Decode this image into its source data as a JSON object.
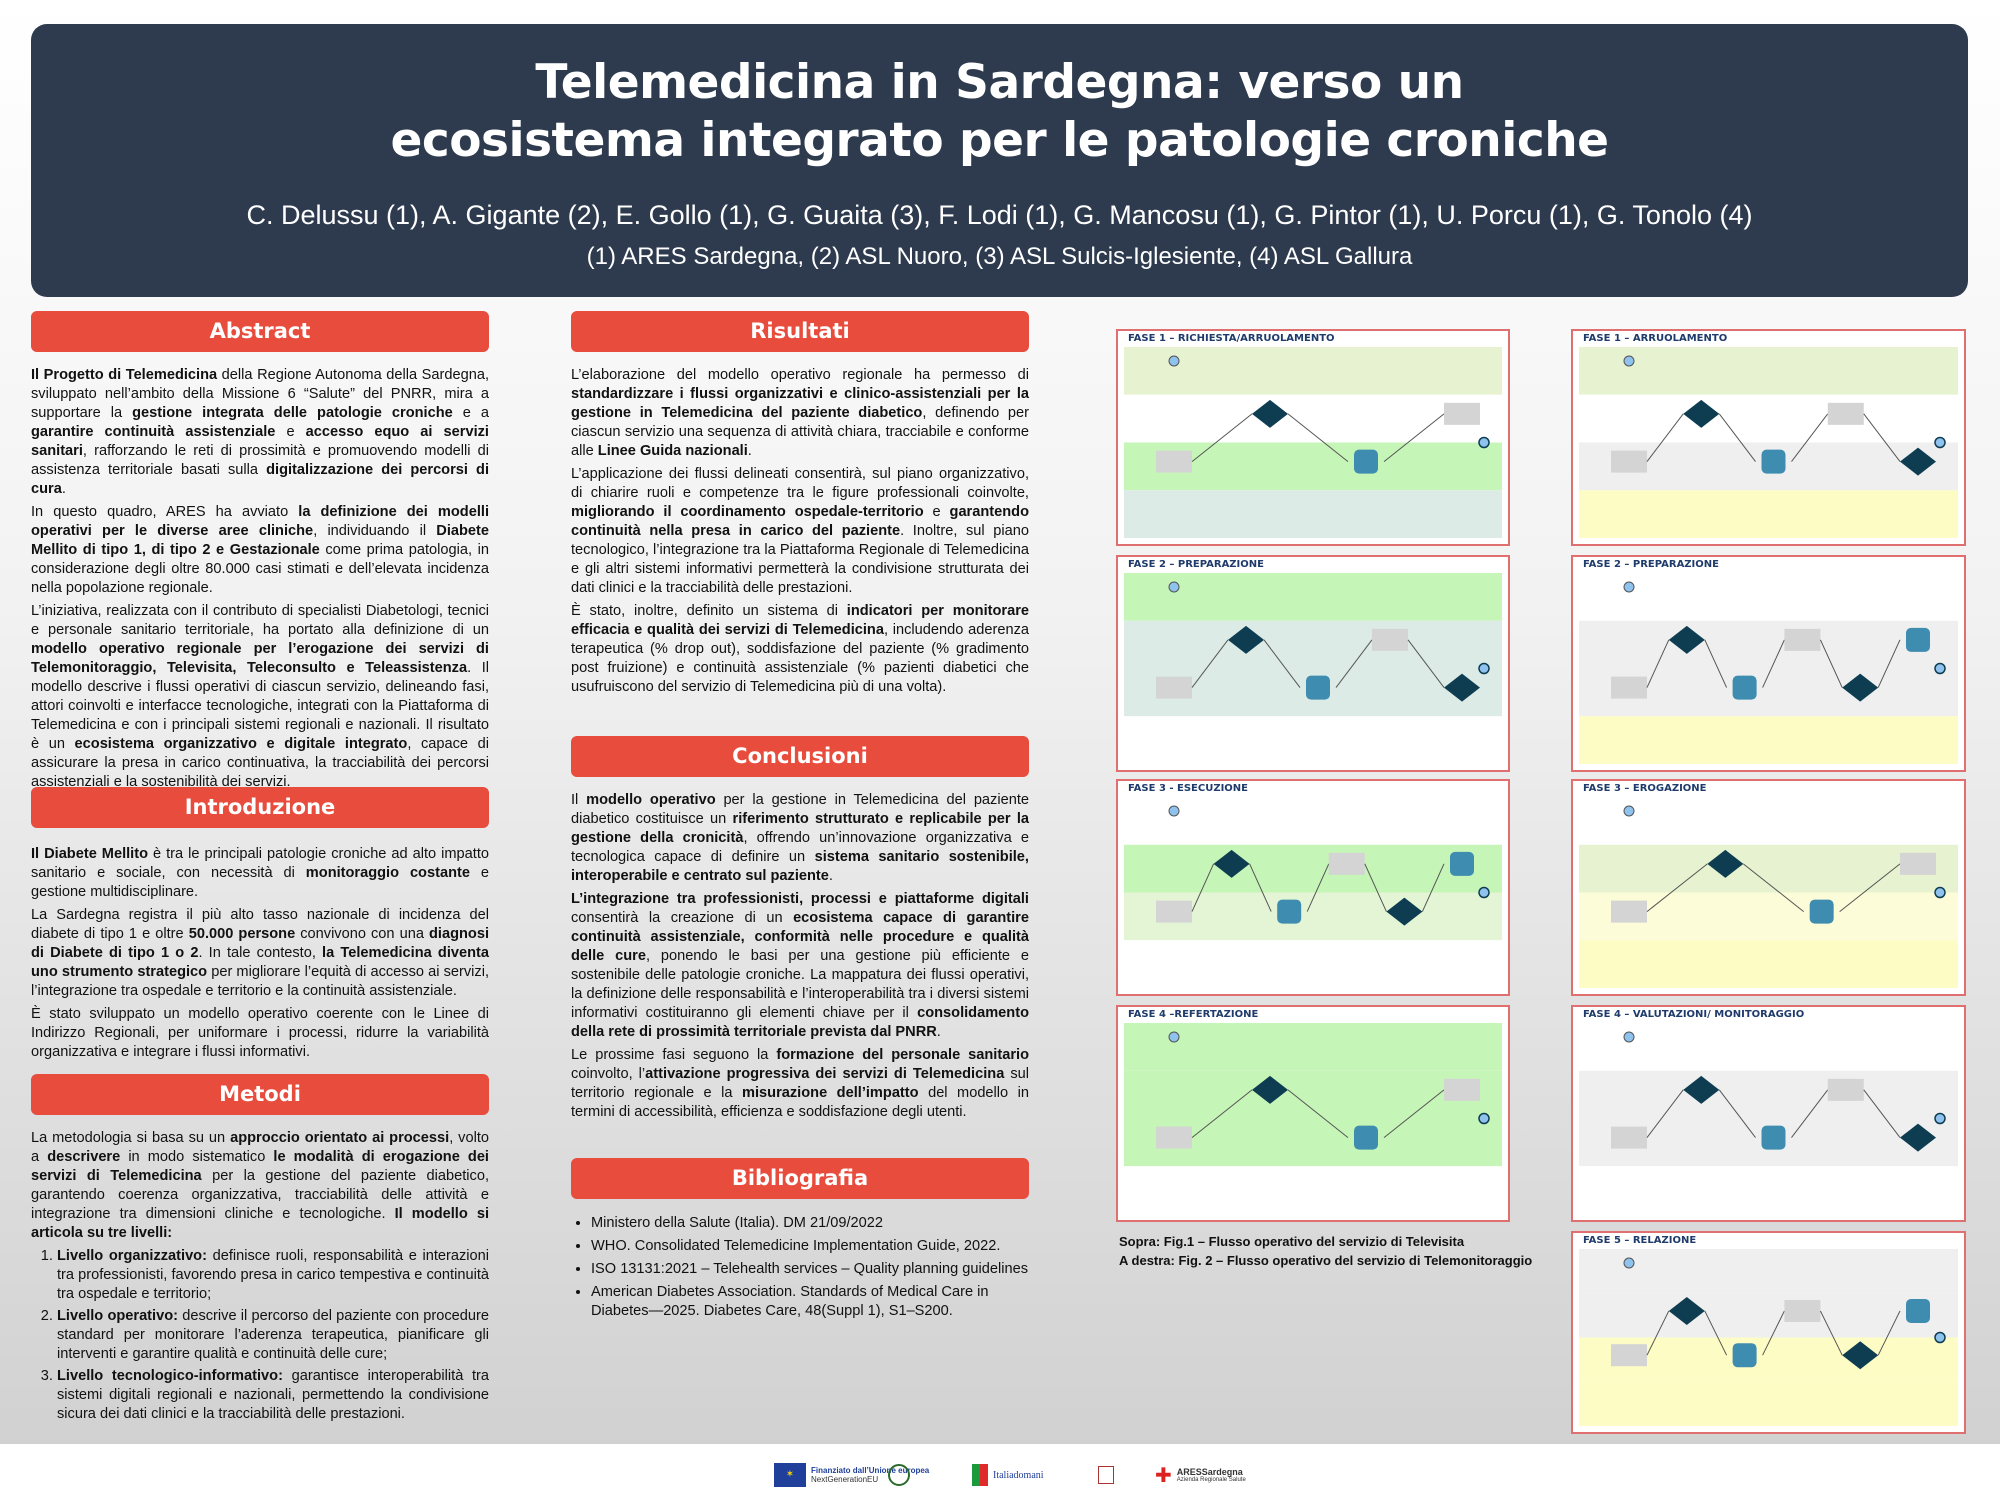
{
  "header": {
    "title_line1": "Telemedicina in Sardegna: verso un",
    "title_line2": "ecosistema integrato per le patologie croniche",
    "authors": "C. Delussu (1), A. Gigante (2), E. Gollo (1), G. Guaita (3), F. Lodi (1), G. Mancosu (1), G. Pintor (1), U. Porcu (1), G. Tonolo (4)",
    "affiliations": "(1) ARES Sardegna, (2) ASL Nuoro, (3) ASL Sulcis-Iglesiente, (4) ASL Gallura"
  },
  "colors": {
    "header_bg": "#2e3b4e",
    "section_header": "#e84c3d",
    "diagram_border": "#e07070"
  },
  "sections": {
    "abstract": {
      "title": "Abstract",
      "paragraphs": [
        [
          {
            "b": 1,
            "t": "Il Progetto di Telemedicina"
          },
          {
            "t": " della Regione Autonoma della Sardegna, sviluppato nell’ambito della Missione 6 “Salute” del PNRR, mira a supportare la "
          },
          {
            "b": 1,
            "t": "gestione integrata delle patologie croniche"
          },
          {
            "t": " e a "
          },
          {
            "b": 1,
            "t": "garantire continuità assistenziale"
          },
          {
            "t": " e "
          },
          {
            "b": 1,
            "t": "accesso equo ai servizi sanitari"
          },
          {
            "t": ", rafforzando le reti di prossimità e promuovendo modelli di assistenza territoriale basati sulla "
          },
          {
            "b": 1,
            "t": "digitalizzazione dei percorsi di cura"
          },
          {
            "t": "."
          }
        ],
        [
          {
            "t": "In questo quadro, ARES ha avviato "
          },
          {
            "b": 1,
            "t": "la definizione dei modelli operativi per le diverse aree cliniche"
          },
          {
            "t": ", individuando il "
          },
          {
            "b": 1,
            "t": "Diabete Mellito di tipo 1, di tipo 2 e Gestazionale"
          },
          {
            "t": " come prima patologia, in considerazione degli oltre 80.000 casi stimati e dell’elevata incidenza nella popolazione regionale."
          }
        ],
        [
          {
            "t": "L’iniziativa, realizzata con il contributo di specialisti Diabetologi, tecnici e personale sanitario territoriale, ha portato alla definizione di un "
          },
          {
            "b": 1,
            "t": "modello operativo regionale per l’erogazione dei servizi di Telemonitoraggio, Televisita, Teleconsulto e Teleassistenza"
          },
          {
            "t": ". Il modello descrive i flussi operativi di ciascun servizio, delineando fasi, attori coinvolti e interfacce tecnologiche, integrati con la Piattaforma di Telemedicina e con i principali sistemi regionali e nazionali. Il risultato è un "
          },
          {
            "b": 1,
            "t": "ecosistema organizzativo e digitale integrato"
          },
          {
            "t": ", capace di assicurare la presa in carico continuativa, la tracciabilità dei percorsi assistenziali e la sostenibilità dei servizi."
          }
        ]
      ]
    },
    "introduzione": {
      "title": "Introduzione",
      "paragraphs": [
        [
          {
            "b": 1,
            "t": "Il Diabete Mellito"
          },
          {
            "t": " è tra le principali patologie croniche ad alto impatto sanitario e sociale, con necessità di "
          },
          {
            "b": 1,
            "t": "monitoraggio costante"
          },
          {
            "t": " e gestione multidisciplinare."
          }
        ],
        [
          {
            "t": "La Sardegna registra il più alto tasso nazionale di incidenza del diabete di tipo 1 e oltre "
          },
          {
            "b": 1,
            "t": "50.000 persone"
          },
          {
            "t": " convivono con una "
          },
          {
            "b": 1,
            "t": "diagnosi di Diabete di tipo 1 o 2"
          },
          {
            "t": ". In tale contesto, "
          },
          {
            "b": 1,
            "t": "la Telemedicina diventa uno strumento strategico"
          },
          {
            "t": " per migliorare l’equità di accesso ai servizi, l’integrazione tra ospedale e territorio e la continuità assistenziale."
          }
        ],
        [
          {
            "t": "È stato sviluppato un modello operativo coerente con le Linee di Indirizzo Regionali, per uniformare i processi, ridurre la variabilità organizzativa e integrare i flussi informativi."
          }
        ]
      ]
    },
    "metodi": {
      "title": "Metodi",
      "paragraphs": [
        [
          {
            "t": "La metodologia si basa su un "
          },
          {
            "b": 1,
            "t": "approccio orientato ai processi"
          },
          {
            "t": ", volto a "
          },
          {
            "b": 1,
            "t": "descrivere"
          },
          {
            "t": " in modo sistematico "
          },
          {
            "b": 1,
            "t": "le modalità di erogazione dei servizi di Telemedicina"
          },
          {
            "t": " per la gestione del paziente diabetico, garantendo coerenza organizzativa, tracciabilità delle attività e integrazione tra dimensioni cliniche e tecnologiche. "
          },
          {
            "b": 1,
            "t": "Il modello si articola su tre livelli:"
          }
        ]
      ],
      "levels": [
        [
          {
            "b": 1,
            "t": "Livello organizzativo:"
          },
          {
            "t": " definisce ruoli, responsabilità e interazioni tra professionisti, favorendo presa in carico tempestiva e continuità tra ospedale e territorio;"
          }
        ],
        [
          {
            "b": 1,
            "t": "Livello operativo:"
          },
          {
            "t": " descrive il percorso del paziente con procedure standard per monitorare l’aderenza terapeutica, pianificare gli interventi e garantire qualità e continuità delle cure;"
          }
        ],
        [
          {
            "b": 1,
            "t": "Livello tecnologico-informativo:"
          },
          {
            "t": " garantisce interoperabilità tra sistemi digitali regionali e nazionali, permettendo la condivisione sicura dei dati clinici e la tracciabilità delle prestazioni."
          }
        ]
      ]
    },
    "risultati": {
      "title": "Risultati",
      "paragraphs": [
        [
          {
            "t": "L’elaborazione del modello operativo regionale ha permesso di "
          },
          {
            "b": 1,
            "t": "standardizzare i flussi organizzativi e clinico-assistenziali per la gestione in Telemedicina del paziente diabetico"
          },
          {
            "t": ", definendo per ciascun servizio una sequenza di attività chiara, tracciabile e conforme alle "
          },
          {
            "b": 1,
            "t": "Linee Guida nazionali"
          },
          {
            "t": "."
          }
        ],
        [
          {
            "t": "L’applicazione dei flussi delineati consentirà, sul piano organizzativo, di chiarire ruoli e competenze tra le figure professionali coinvolte, "
          },
          {
            "b": 1,
            "t": "migliorando il coordinamento ospedale-territorio"
          },
          {
            "t": " e "
          },
          {
            "b": 1,
            "t": "garantendo continuità nella presa in carico del paziente"
          },
          {
            "t": ". Inoltre, sul piano tecnologico, l’integrazione tra la Piattaforma Regionale di Telemedicina e gli altri sistemi informativi permetterà la condivisione strutturata dei dati clinici e la tracciabilità delle prestazioni."
          }
        ],
        [
          {
            "t": "È stato, inoltre, definito un sistema di "
          },
          {
            "b": 1,
            "t": "indicatori per monitorare efficacia e qualità dei servizi di Telemedicina"
          },
          {
            "t": ", includendo aderenza terapeutica (% drop out), soddisfazione del paziente (% gradimento post fruizione) e continuità assistenziale (% pazienti diabetici che usufruiscono del servizio di Telemedicina più di una volta)."
          }
        ]
      ]
    },
    "conclusioni": {
      "title": "Conclusioni",
      "paragraphs": [
        [
          {
            "t": "Il "
          },
          {
            "b": 1,
            "t": "modello operativo"
          },
          {
            "t": " per la gestione in Telemedicina del paziente diabetico costituisce un "
          },
          {
            "b": 1,
            "t": "riferimento strutturato e replicabile per la gestione della cronicità"
          },
          {
            "t": ", offrendo un’innovazione organizzativa e tecnologica capace di definire un "
          },
          {
            "b": 1,
            "t": "sistema sanitario sostenibile, interoperabile e centrato sul paziente"
          },
          {
            "t": "."
          }
        ],
        [
          {
            "b": 1,
            "t": "L’integrazione tra professionisti, processi e piattaforme digitali"
          },
          {
            "t": " consentirà la creazione di un "
          },
          {
            "b": 1,
            "t": "ecosistema capace di garantire continuità assistenziale, conformità nelle procedure e qualità delle cure"
          },
          {
            "t": ", ponendo le basi per una gestione più efficiente e sostenibile delle patologie croniche. La mappatura dei flussi operativi, la definizione delle responsabilità e l’interoperabilità tra i diversi sistemi informativi costituiranno gli elementi chiave per il "
          },
          {
            "b": 1,
            "t": "consolidamento della rete di prossimità territoriale prevista dal PNRR"
          },
          {
            "t": "."
          }
        ],
        [
          {
            "t": "Le prossime fasi seguono la "
          },
          {
            "b": 1,
            "t": "formazione del personale sanitario"
          },
          {
            "t": " coinvolto, l’"
          },
          {
            "b": 1,
            "t": "attivazione progressiva dei servizi di Telemedicina"
          },
          {
            "t": " sul territorio regionale e la "
          },
          {
            "b": 1,
            "t": "misurazione dell’impatto"
          },
          {
            "t": " del modello in termini di accessibilità, efficienza e soddisfazione degli utenti."
          }
        ]
      ]
    },
    "bibliografia": {
      "title": "Bibliografia",
      "items": [
        "Ministero della Salute (Italia). DM 21/09/2022",
        "WHO. Consolidated Telemedicine Implementation Guide, 2022.",
        "ISO 13131:2021 – Telehealth services – Quality planning guidelines",
        "American Diabetes Association. Standards of Medical Care in Diabetes—2025. Diabetes Care, 48(Suppl 1), S1–S200."
      ]
    }
  },
  "figures": {
    "televisita": [
      {
        "title": "FASE 1 – RICHIESTA/ARRUOLAMENTO",
        "lanes": [
          "#e6f2d0",
          "#ffffff",
          "#c6f5b8",
          "#dcebe6"
        ]
      },
      {
        "title": "FASE 2 – PREPARAZIONE",
        "lanes": [
          "#c6f5b8",
          "#dcebe6",
          "#dcebe6",
          "#ffffff"
        ]
      },
      {
        "title": "FASE 3 - ESECUZIONE",
        "lanes": [
          "#ffffff",
          "#c6f5b8",
          "#e4f5d6",
          "#ffffff"
        ]
      },
      {
        "title": "FASE 4 –REFERTAZIONE",
        "lanes": [
          "#c6f5b8",
          "#c6f5b8",
          "#c6f5b8",
          "#ffffff"
        ]
      }
    ],
    "telemonitoraggio": [
      {
        "title": "FASE 1 – ARRUOLAMENTO",
        "lanes": [
          "#e6f2d0",
          "#ffffff",
          "#efefef",
          "#fdfcc4"
        ]
      },
      {
        "title": "FASE 2 – PREPARAZIONE",
        "lanes": [
          "#ffffff",
          "#efefef",
          "#efefef",
          "#fdfcc4"
        ]
      },
      {
        "title": "FASE 3 – EROGAZIONE",
        "lanes": [
          "#ffffff",
          "#e6f2d0",
          "#fdfcd8",
          "#fdfcc4"
        ]
      },
      {
        "title": "FASE 4 – VALUTAZIONI/ MONITORAGGIO",
        "lanes": [
          "#ffffff",
          "#efefef",
          "#efefef",
          "#ffffff"
        ]
      },
      {
        "title": "FASE 5 – RELAZIONE",
        "lanes": [
          "#efefef",
          "#efefef",
          "#fdfcc4",
          "#fdfcc4"
        ]
      }
    ],
    "caption_line1": "Sopra: Fig.1 – Flusso operativo del servizio di Televisita",
    "caption_line2": "A destra: Fig. 2 – Flusso operativo del servizio di Telemonitoraggio"
  },
  "footer": {
    "logos": [
      {
        "name": "eu-flag-logo",
        "text": "Finanziato dall’Unione europea",
        "sub": "NextGenerationEU"
      },
      {
        "name": "ministero-salute-logo",
        "text": "",
        "sub": ""
      },
      {
        "name": "italiadomani-logo",
        "text": "Italiadomani",
        "sub": ""
      },
      {
        "name": "regione-sardegna-logo",
        "text": "",
        "sub": ""
      },
      {
        "name": "ares-sardegna-logo",
        "text": "ARESSardegna",
        "sub": "Azienda Regionale Salute"
      }
    ]
  }
}
